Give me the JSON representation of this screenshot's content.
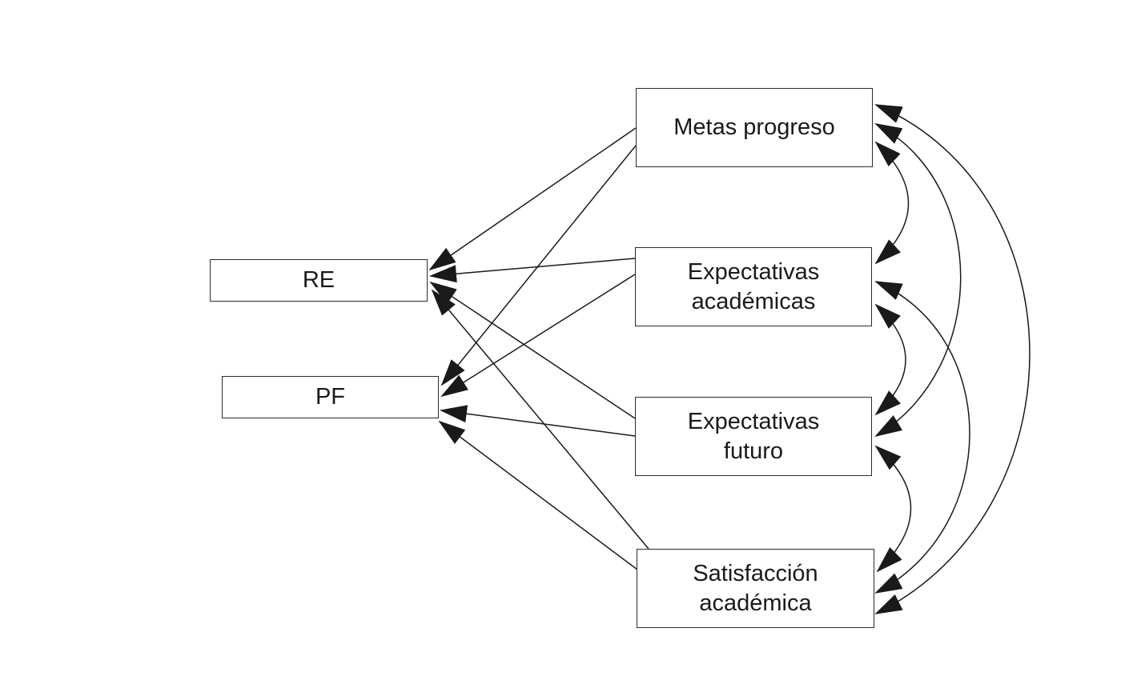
{
  "nodes": {
    "re": "RE",
    "pf": "PF",
    "metas_progreso": "Metas progreso",
    "expectativas_academicas": [
      "Expectativas",
      "académicas"
    ],
    "expectativas_futuro": [
      "Expectativas",
      "futuro"
    ],
    "satisfaccion_academica": [
      "Satisfacción",
      "académica"
    ]
  },
  "paths": [
    {
      "from": "metas_progreso",
      "to": "re"
    },
    {
      "from": "metas_progreso",
      "to": "pf"
    },
    {
      "from": "expectativas_academicas",
      "to": "re"
    },
    {
      "from": "expectativas_academicas",
      "to": "pf"
    },
    {
      "from": "expectativas_futuro",
      "to": "re"
    },
    {
      "from": "expectativas_futuro",
      "to": "pf"
    },
    {
      "from": "satisfaccion_academica",
      "to": "re"
    },
    {
      "from": "satisfaccion_academica",
      "to": "pf"
    }
  ],
  "covariances": [
    {
      "between": [
        "metas_progreso",
        "expectativas_academicas"
      ]
    },
    {
      "between": [
        "metas_progreso",
        "expectativas_futuro"
      ]
    },
    {
      "between": [
        "metas_progreso",
        "satisfaccion_academica"
      ]
    },
    {
      "between": [
        "expectativas_academicas",
        "expectativas_futuro"
      ]
    },
    {
      "between": [
        "expectativas_academicas",
        "satisfaccion_academica"
      ]
    },
    {
      "between": [
        "expectativas_futuro",
        "satisfaccion_academica"
      ]
    }
  ],
  "colors": {
    "line": "#1a1a1a",
    "box_border": "#2b2b2b",
    "text": "#1a1a1a",
    "background": "#ffffff"
  }
}
